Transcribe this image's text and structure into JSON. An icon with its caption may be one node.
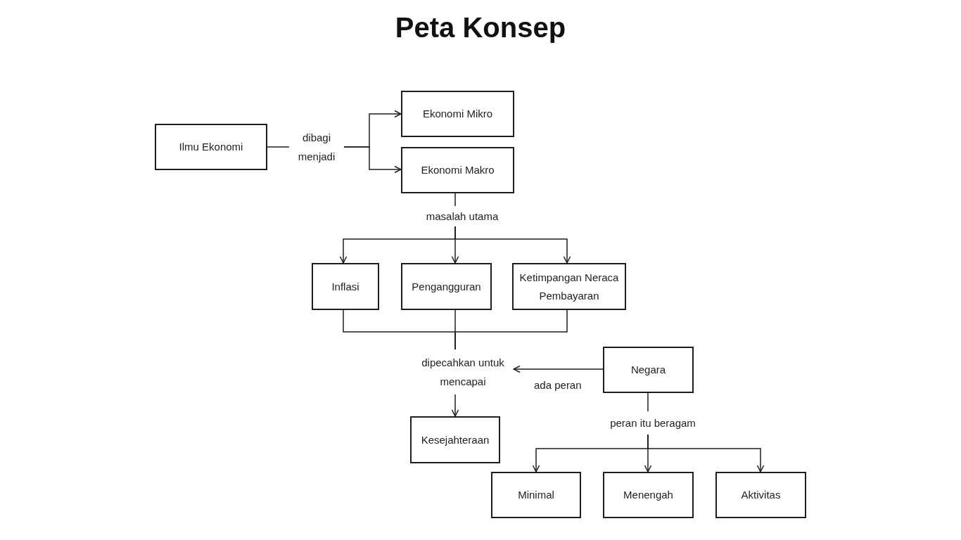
{
  "diagram": {
    "title": "Peta Konsep",
    "nodes": [
      {
        "text": [
          "Ilmu Ekonomi"
        ]
      },
      {
        "text": [
          "dibagi menjadi"
        ]
      },
      {
        "text": [
          "Ekonomi Mikro"
        ]
      },
      {
        "text": [
          "Ekonomi Makro"
        ]
      },
      {
        "text": [
          "masalah utama"
        ]
      },
      {
        "text": [
          "Inflasi"
        ]
      },
      {
        "text": [
          "Pengangguran"
        ]
      },
      {
        "text": [
          "Ketimpangan Neraca Pembayaran"
        ]
      },
      {
        "text": [
          "dipecahkan untuk mencapai"
        ]
      },
      {
        "text": [
          "Negara"
        ]
      },
      {
        "text": [
          "Kesejahteraan"
        ]
      },
      {
        "text": [
          "peran itu beragam"
        ]
      },
      {
        "text": [
          "Minimal"
        ]
      },
      {
        "text": [
          "Menengah"
        ]
      },
      {
        "text": [
          "Aktivitas"
        ]
      }
    ],
    "edges": [
      {
        "from": 0,
        "to": 1,
        "arrow": "none"
      },
      {
        "from": 1,
        "to": 2,
        "arrow": "to"
      },
      {
        "from": 1,
        "to": 3,
        "arrow": "to"
      },
      {
        "from": 3,
        "to": 4,
        "arrow": "none"
      },
      {
        "from": 4,
        "to": 5,
        "arrow": "to"
      },
      {
        "from": 4,
        "to": 6,
        "arrow": "to"
      },
      {
        "from": 4,
        "to": 7,
        "arrow": "to"
      },
      {
        "from": 5,
        "to": 8,
        "arrow": "none"
      },
      {
        "from": 6,
        "to": 8,
        "arrow": "none"
      },
      {
        "from": 7,
        "to": 8,
        "arrow": "none"
      },
      {
        "from": 9,
        "to": 8,
        "arrow": "to",
        "label": "ada peran"
      },
      {
        "from": 8,
        "to": 10,
        "arrow": "to"
      },
      {
        "from": 9,
        "to": 11,
        "arrow": "none"
      },
      {
        "from": 11,
        "to": 12,
        "arrow": "to"
      },
      {
        "from": 11,
        "to": 13,
        "arrow": "to"
      },
      {
        "from": 11,
        "to": 14,
        "arrow": "to"
      }
    ]
  }
}
